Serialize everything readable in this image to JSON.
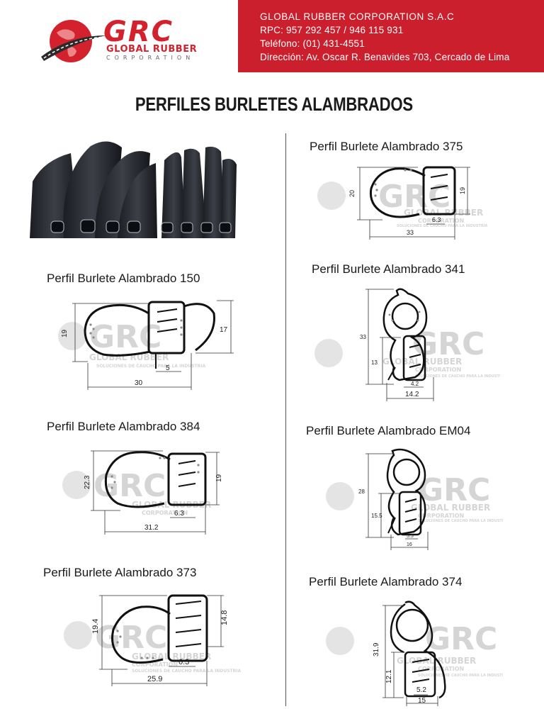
{
  "header": {
    "logo": {
      "letters": "GRC",
      "name": "GLOBAL RUBBER",
      "sub": "CORPORATION"
    },
    "company": "GLOBAL RUBBER CORPORATION S.A.C",
    "rpc": "RPC: 957 292 457 / 946 115 931",
    "phone": "Teléfono: (01) 431-4551",
    "address": "Dirección: Av. Oscar R. Benavides 703, Cercado de Lima"
  },
  "page_title": "PERFILES BURLETES ALAMBRADOS",
  "watermark": {
    "letters": "GRC",
    "name": "GLOBAL RUBBER",
    "sub": "CORPORATION",
    "tagline": "SOLUCIONES DE CAUCHO PARA LA INDUSTRIA"
  },
  "profiles": [
    {
      "id": "150",
      "label": "Perfil Burlete Alambrado 150",
      "dims": [
        "19",
        "17",
        "5",
        "30"
      ]
    },
    {
      "id": "384",
      "label": "Perfil Burlete Alambrado 384",
      "dims": [
        "22.3",
        "19",
        "6.3",
        "31.2"
      ]
    },
    {
      "id": "373",
      "label": "Perfil Burlete Alambrado 373",
      "dims": [
        "19.4",
        "14.8",
        "6.3",
        "25.9"
      ]
    },
    {
      "id": "375",
      "label": "Perfil Burlete Alambrado 375",
      "dims": [
        "20",
        "19",
        "6.3",
        "33"
      ]
    },
    {
      "id": "341",
      "label": "Perfil Burlete Alambrado 341",
      "dims": [
        "33",
        "13",
        "4.2",
        "14.2"
      ]
    },
    {
      "id": "EM04",
      "label": "Perfil Burlete Alambrado EM04",
      "dims": [
        "28",
        "15.5",
        "5.5",
        "16"
      ]
    },
    {
      "id": "374",
      "label": "Perfil Burlete Alambrado 374",
      "dims": [
        "31.9",
        "12.1",
        "5.2",
        "15"
      ]
    }
  ],
  "colors": {
    "brand_red": "#cc1f2d",
    "ink": "#1a1a1a",
    "watermark": "#d5d5d5"
  }
}
